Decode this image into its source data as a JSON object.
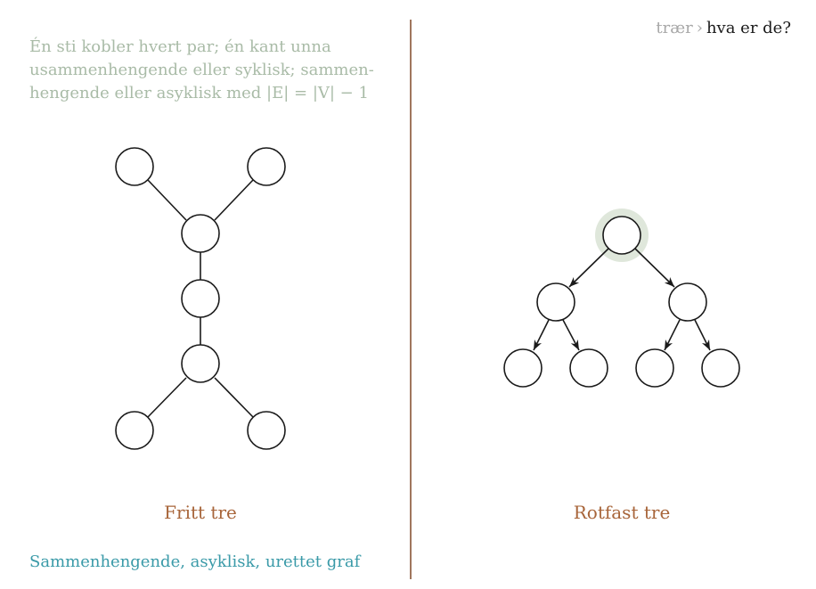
{
  "breadcrumb": {
    "parent": "trær",
    "separator": "›",
    "current": "hva er de?"
  },
  "description": {
    "lines": [
      "Én sti kobler hvert par; én kant unna",
      "usammenhengende eller syklisk; sammen-",
      "hengende eller asyklisk med |E| = |V| − 1"
    ]
  },
  "free_tree": {
    "label": "Fritt tre",
    "nodes": [
      "top-left",
      "top-right",
      "upper-hub",
      "middle",
      "lower-hub",
      "bottom-left",
      "bottom-right"
    ],
    "edges": [
      [
        "top-left",
        "upper-hub"
      ],
      [
        "top-right",
        "upper-hub"
      ],
      [
        "upper-hub",
        "middle"
      ],
      [
        "middle",
        "lower-hub"
      ],
      [
        "lower-hub",
        "bottom-left"
      ],
      [
        "lower-hub",
        "bottom-right"
      ]
    ],
    "directed": false
  },
  "rooted_tree": {
    "label": "Rotfast tre",
    "nodes": [
      "root",
      "left-child",
      "right-child",
      "left-left",
      "left-right",
      "right-left",
      "right-right"
    ],
    "edges": [
      [
        "root",
        "left-child"
      ],
      [
        "root",
        "right-child"
      ],
      [
        "left-child",
        "left-left"
      ],
      [
        "left-child",
        "left-right"
      ],
      [
        "right-child",
        "right-left"
      ],
      [
        "right-child",
        "right-right"
      ]
    ],
    "directed": true,
    "highlighted_node": "root"
  },
  "footer": {
    "text": "Sammenhengende, asyklisk, urettet graf"
  },
  "colors": {
    "description": "#a9bba7",
    "label": "#a8653a",
    "footer": "#3a9aa8",
    "divider": "#a0765d",
    "root_highlight": "#dfe7db"
  }
}
